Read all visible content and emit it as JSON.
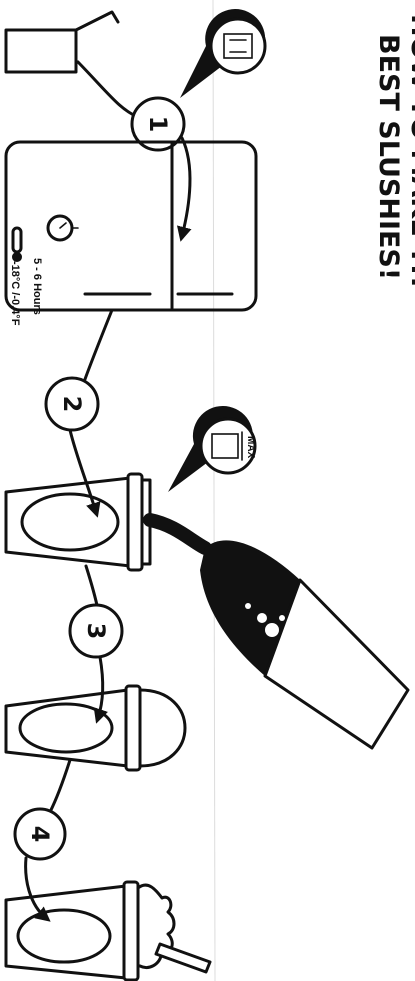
{
  "title": {
    "line1": "HOW TO MAKE TH",
    "line2": "BEST SLUSHIES!"
  },
  "steps": [
    "1",
    "2",
    "3",
    "4"
  ],
  "freezer": {
    "time": "5 - 6 Hours",
    "temperature": "-18°C /-0.4°F"
  },
  "fill_marker": "MAX",
  "colors": {
    "ink": "#111111",
    "paper": "#ffffff"
  }
}
